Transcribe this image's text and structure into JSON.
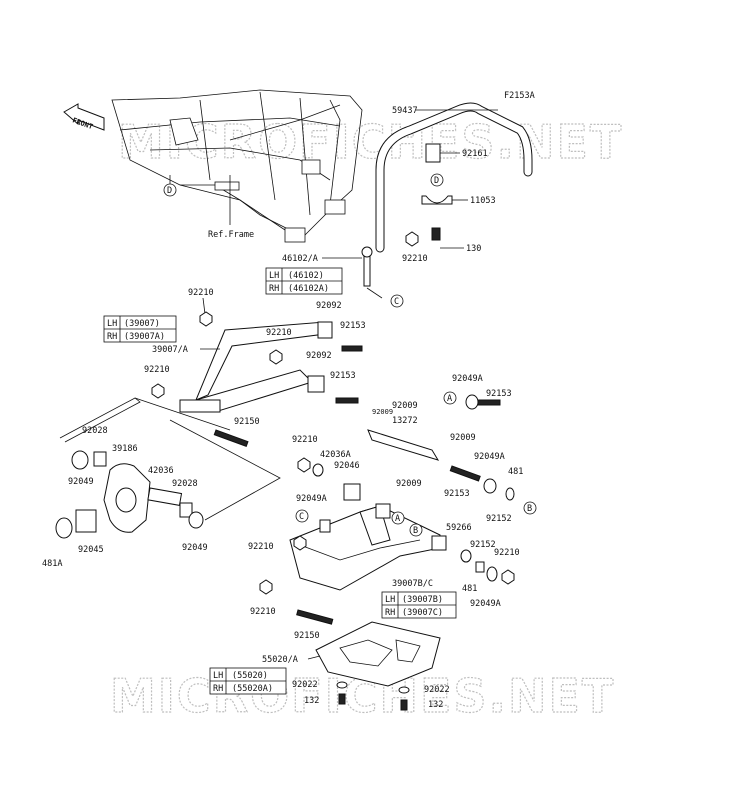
{
  "figure_code": "F2153A",
  "front_label": "FRONT",
  "ref_frame": "Ref.Frame",
  "watermark": "MICROFICHES.NET",
  "callouts": {
    "A": "A",
    "B": "B",
    "C": "C",
    "D": "D"
  },
  "parts": {
    "p59437": "59437",
    "p92161": "92161",
    "p11053": "11053",
    "p130": "130",
    "p92210_top": "92210",
    "p46102A": "46102/A",
    "p92210_a": "92210",
    "p92092_a": "92092",
    "p92153_a": "92153",
    "p92210_b": "92210",
    "p39007A": "39007/A",
    "p92092_b": "92092",
    "p92210_c": "92210",
    "p92153_b": "92153",
    "p92150_a": "92150",
    "p92028_a": "92028",
    "p39186": "39186",
    "p92049_a": "92049",
    "p42036": "42036",
    "p92028_b": "92028",
    "p92049_b": "92049",
    "p92045": "92045",
    "p481A": "481A",
    "p92049A_a": "92049A",
    "p92153_c": "92153",
    "p92009_a": "92009",
    "p13272": "13272",
    "p92009_b": "92009",
    "p92210_d": "92210",
    "p42036A": "42036A",
    "p92046": "92046",
    "p92049A_b": "92049A",
    "p92009_c": "92009",
    "p92153_d": "92153",
    "p92049A_c": "92049A",
    "p481": "481",
    "p92152_a": "92152",
    "p92210_e": "92210",
    "p59266": "59266",
    "p92152_b": "92152",
    "p92210_f": "92210",
    "p39007BC": "39007B/C",
    "p481_b": "481",
    "p92049A_d": "92049A",
    "p92210_g": "92210",
    "p92150_b": "92150",
    "p55020A": "55020/A",
    "p92022_a": "92022",
    "p132_a": "132",
    "p92022_b": "92022",
    "p132_b": "132"
  },
  "tables": {
    "t46102": {
      "lh_label": "LH",
      "lh_val": "(46102)",
      "rh_label": "RH",
      "rh_val": "(46102A)"
    },
    "t39007": {
      "lh_label": "LH",
      "lh_val": "(39007)",
      "rh_label": "RH",
      "rh_val": "(39007A)"
    },
    "t39007B": {
      "lh_label": "LH",
      "lh_val": "(39007B)",
      "rh_label": "RH",
      "rh_val": "(39007C)"
    },
    "t55020": {
      "lh_label": "LH",
      "lh_val": "(55020)",
      "rh_label": "RH",
      "rh_val": "(55020A)"
    }
  }
}
